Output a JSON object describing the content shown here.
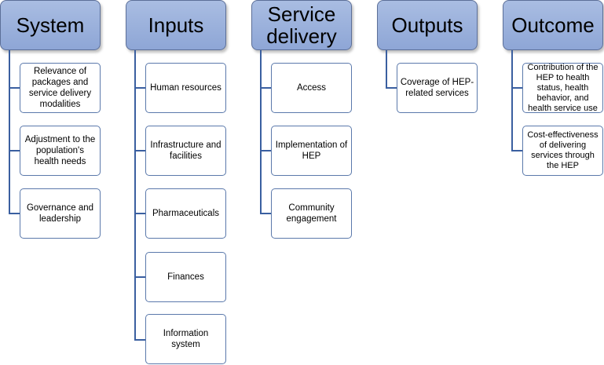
{
  "columns": [
    {
      "title": "System",
      "items": [
        "Relevance of packages and service delivery modalities",
        "Adjustment to the population's health needs",
        "Governance and leadership"
      ]
    },
    {
      "title": "Inputs",
      "items": [
        "Human resources",
        "Infrastructure and facilities",
        "Pharmaceuticals",
        "Finances",
        "Information system"
      ]
    },
    {
      "title": "Service delivery",
      "items": [
        "Access",
        "Implementation of HEP",
        "Community engagement"
      ]
    },
    {
      "title": "Outputs",
      "items": [
        "Coverage of HEP-related services"
      ]
    },
    {
      "title": "Outcome",
      "items": [
        "Contribution of the HEP to health status, health behavior, and health service use",
        "Cost-effectiveness of delivering services through the HEP"
      ]
    }
  ]
}
